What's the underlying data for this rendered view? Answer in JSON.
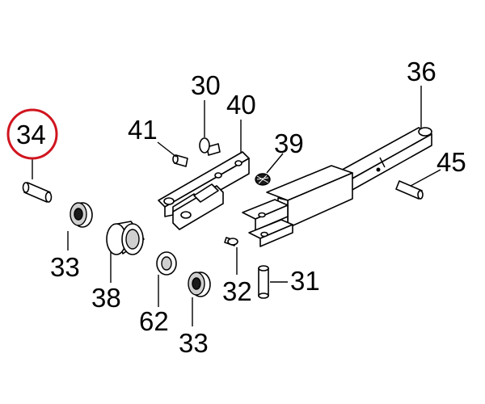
{
  "diagram": {
    "highlight_color": "#d0151f",
    "highlighted_part": "34",
    "callouts": {
      "c34": "34",
      "c30": "30",
      "c40": "40",
      "c41": "41",
      "c36": "36",
      "c39": "39",
      "c45": "45",
      "c33a": "33",
      "c38": "38",
      "c62": "62",
      "c33b": "33",
      "c32": "32",
      "c31": "31"
    }
  }
}
